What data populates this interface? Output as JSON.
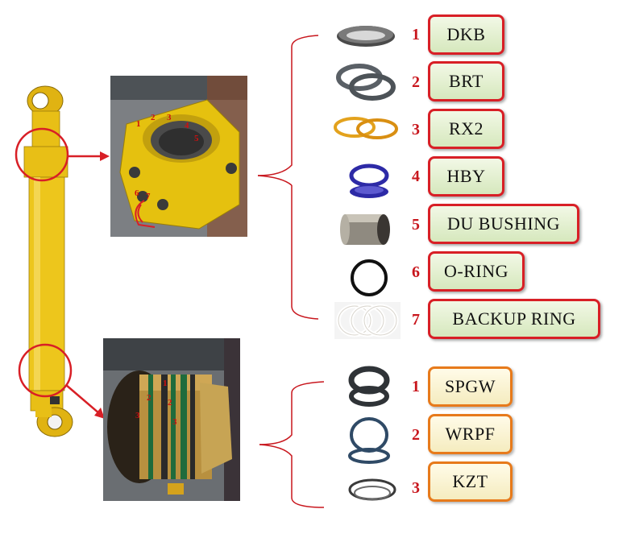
{
  "head_parts": [
    {
      "number": "1",
      "label": "DKB"
    },
    {
      "number": "2",
      "label": "BRT"
    },
    {
      "number": "3",
      "label": "RX2"
    },
    {
      "number": "4",
      "label": "HBY"
    },
    {
      "number": "5",
      "label": "DU BUSHING"
    },
    {
      "number": "6",
      "label": "O-RING"
    },
    {
      "number": "7",
      "label": "BACKUP RING"
    }
  ],
  "piston_parts": [
    {
      "number": "1",
      "label": "SPGW"
    },
    {
      "number": "2",
      "label": "WRPF"
    },
    {
      "number": "3",
      "label": "KZT"
    }
  ],
  "head_photo_marks": [
    "1",
    "2",
    "3",
    "4",
    "5",
    "6",
    "7"
  ],
  "piston_photo_marks": [
    "1",
    "2",
    "2",
    "3",
    "3"
  ],
  "colors": {
    "cylinder": "#e8bf16",
    "callout_red": "#d81f26",
    "label_border_red": "#d81f26",
    "label_border_orange": "#e77a1b",
    "number_red": "#c8161d"
  }
}
